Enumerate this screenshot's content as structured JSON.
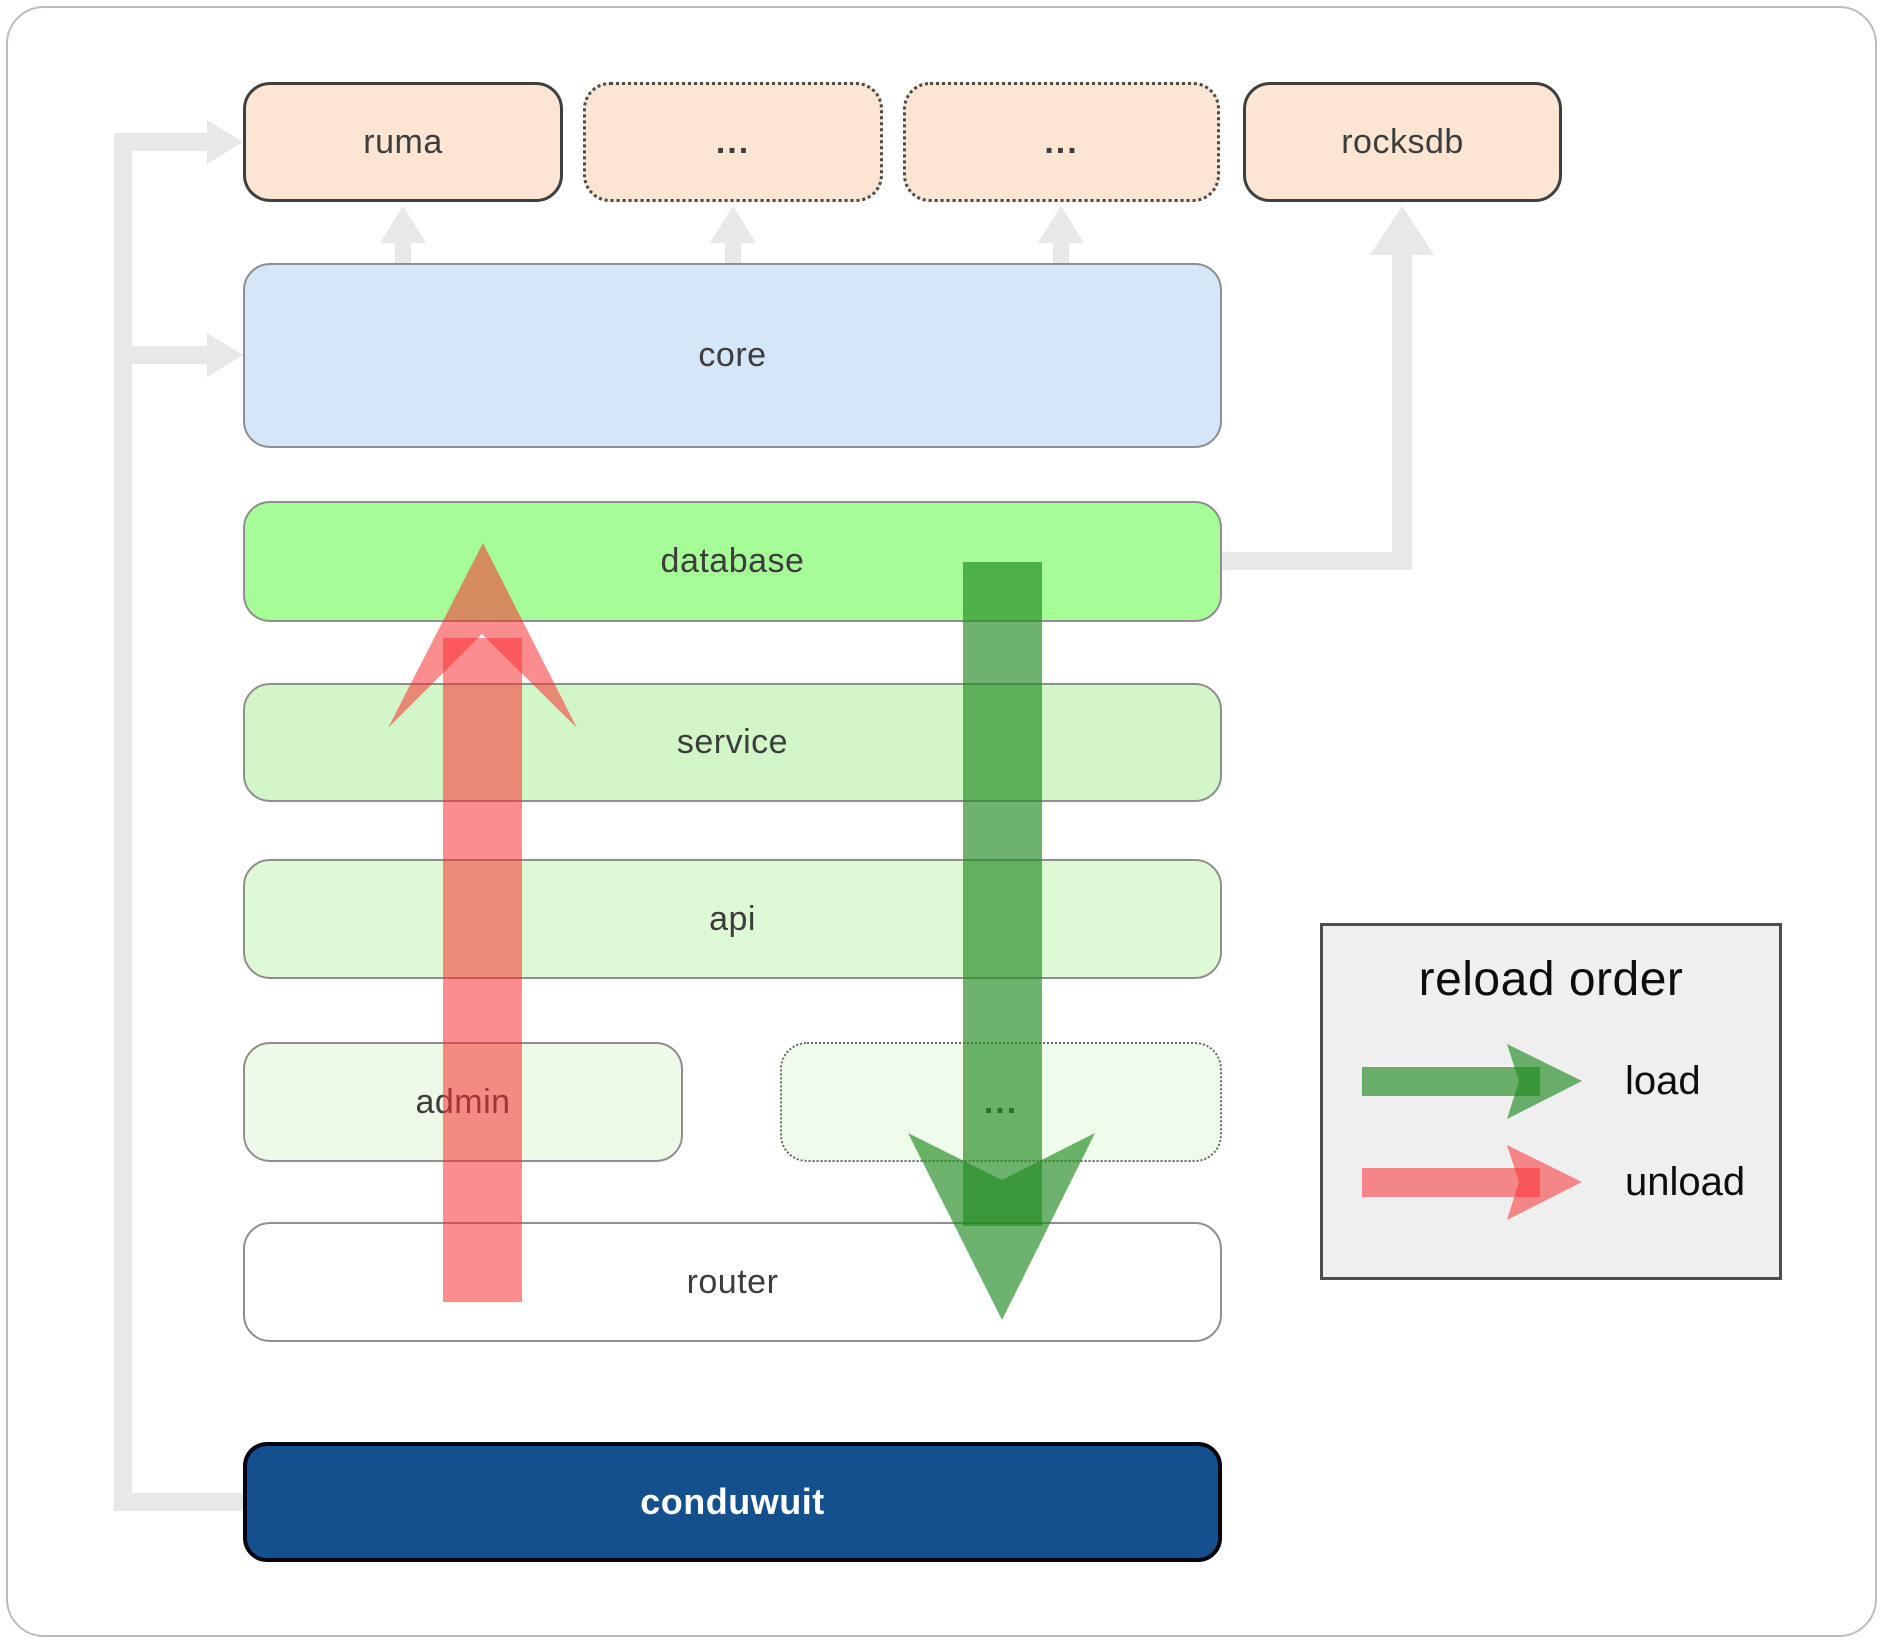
{
  "boxes": {
    "ruma": {
      "label": "ruma"
    },
    "ellipsis1": {
      "label": "..."
    },
    "ellipsis2": {
      "label": "..."
    },
    "rocksdb": {
      "label": "rocksdb"
    },
    "core": {
      "label": "core"
    },
    "database": {
      "label": "database"
    },
    "service": {
      "label": "service"
    },
    "api": {
      "label": "api"
    },
    "admin": {
      "label": "admin"
    },
    "ellipsis3": {
      "label": "..."
    },
    "router": {
      "label": "router"
    },
    "conduwuit": {
      "label": "conduwuit"
    }
  },
  "legend": {
    "title": "reload order",
    "load_label": "load",
    "unload_label": "unload"
  },
  "colors": {
    "peach": "#fce5d2",
    "core_fill": "#d5e6f8",
    "database_fill": "#a6fc97",
    "service_fill": "#d3f6c8",
    "api_fill": "#defad5",
    "admin_fill": "#ecfae7",
    "ellipsis_row_fill": "#effbeb",
    "router_fill": "#ffffff",
    "conduwuit_bg": "#14508e",
    "conduwuit_text": "#ffffff",
    "legend_bg": "#efefef",
    "connector": "#e8e8e8",
    "load_arrow": "#228b22",
    "unload_arrow": "#fa3032"
  }
}
